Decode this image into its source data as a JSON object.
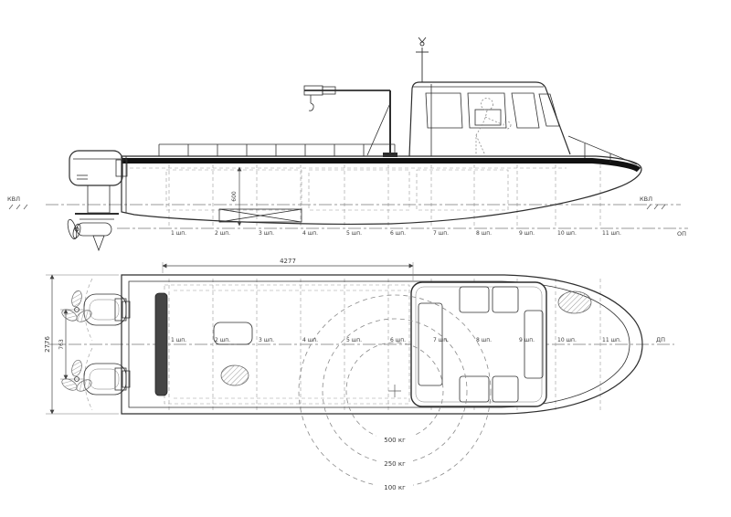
{
  "labels": {
    "waterline": "КВЛ",
    "baseplane": "ОП",
    "centerplane": "ДП"
  },
  "stations": [
    "1 шп.",
    "2 шп.",
    "3 шп.",
    "4 шп.",
    "5 шп.",
    "6 шп.",
    "7 шп.",
    "8 шп.",
    "9 шп.",
    "10 шп.",
    "11 шп."
  ],
  "dimensions": {
    "side_height": "600",
    "plan_length": "4277",
    "plan_beam": "2776",
    "motor_spacing": "763"
  },
  "crane": {
    "loads": [
      "500 кг",
      "250 кг",
      "100 кг"
    ]
  }
}
